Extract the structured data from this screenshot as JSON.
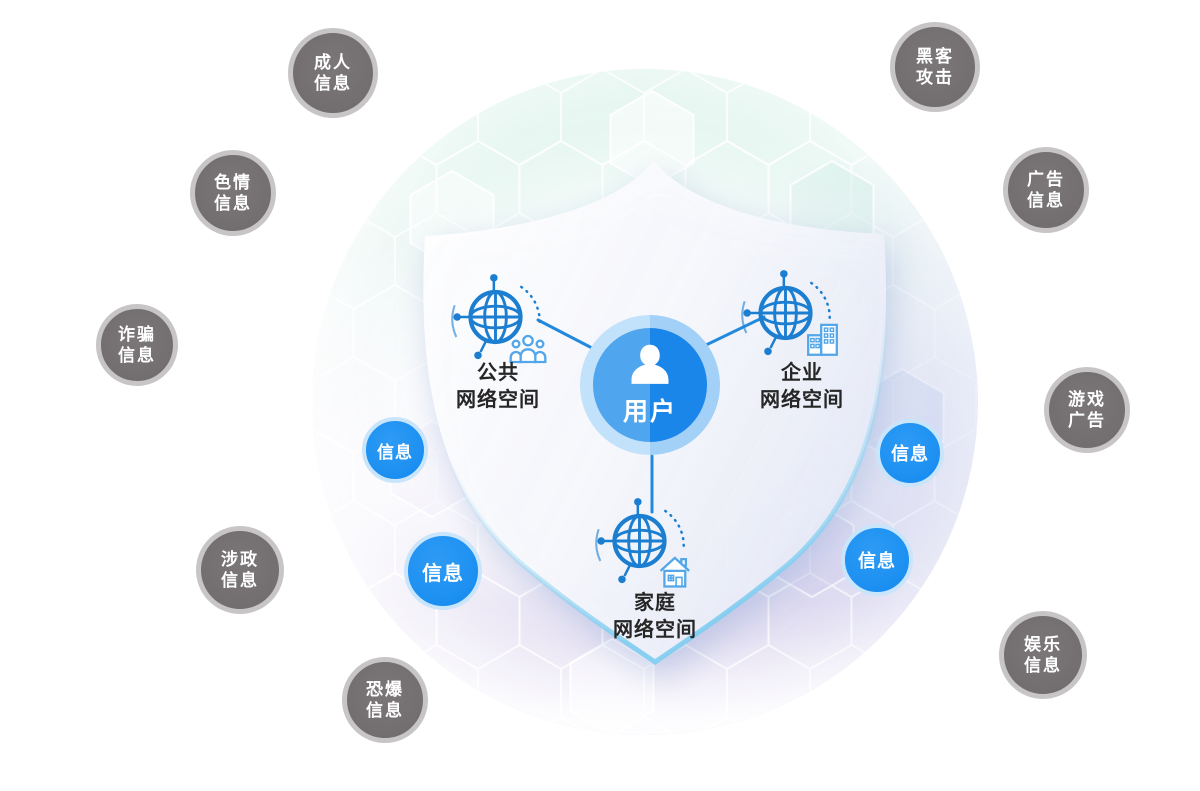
{
  "center": {
    "user_label": "用户",
    "icon": "user-silhouette-icon"
  },
  "network_spaces": [
    {
      "id": "public",
      "line1": "公共",
      "line2": "网络空间",
      "icon": "globe-people-icon"
    },
    {
      "id": "enterprise",
      "line1": "企业",
      "line2": "网络空间",
      "icon": "globe-building-icon"
    },
    {
      "id": "home",
      "line1": "家庭",
      "line2": "网络空间",
      "icon": "globe-house-icon"
    }
  ],
  "threats": [
    {
      "id": "adult-info",
      "line1": "成人",
      "line2": "信息"
    },
    {
      "id": "hacker-attack",
      "line1": "黑客",
      "line2": "攻击"
    },
    {
      "id": "porn-info",
      "line1": "色情",
      "line2": "信息"
    },
    {
      "id": "ad-info",
      "line1": "广告",
      "line2": "信息"
    },
    {
      "id": "fraud-info",
      "line1": "诈骗",
      "line2": "信息"
    },
    {
      "id": "game-ad",
      "line1": "游戏",
      "line2": "广告"
    },
    {
      "id": "political-info",
      "line1": "涉政",
      "line2": "信息"
    },
    {
      "id": "entertainment-info",
      "line1": "娱乐",
      "line2": "信息"
    },
    {
      "id": "terror-info",
      "line1": "恐爆",
      "line2": "信息"
    }
  ],
  "info_badges": [
    {
      "label": "信息"
    },
    {
      "label": "信息"
    },
    {
      "label": "信息"
    },
    {
      "label": "信息"
    }
  ],
  "colors": {
    "badge_blue": "#138aef",
    "threat_gray": "#6f6b6c",
    "user_circle_left": "#4fa6ef",
    "user_circle_right": "#1b86ea",
    "globe_stroke": "#1c7ed0",
    "subicon_stroke": "#53a6e9",
    "connector": "#2389dc"
  }
}
